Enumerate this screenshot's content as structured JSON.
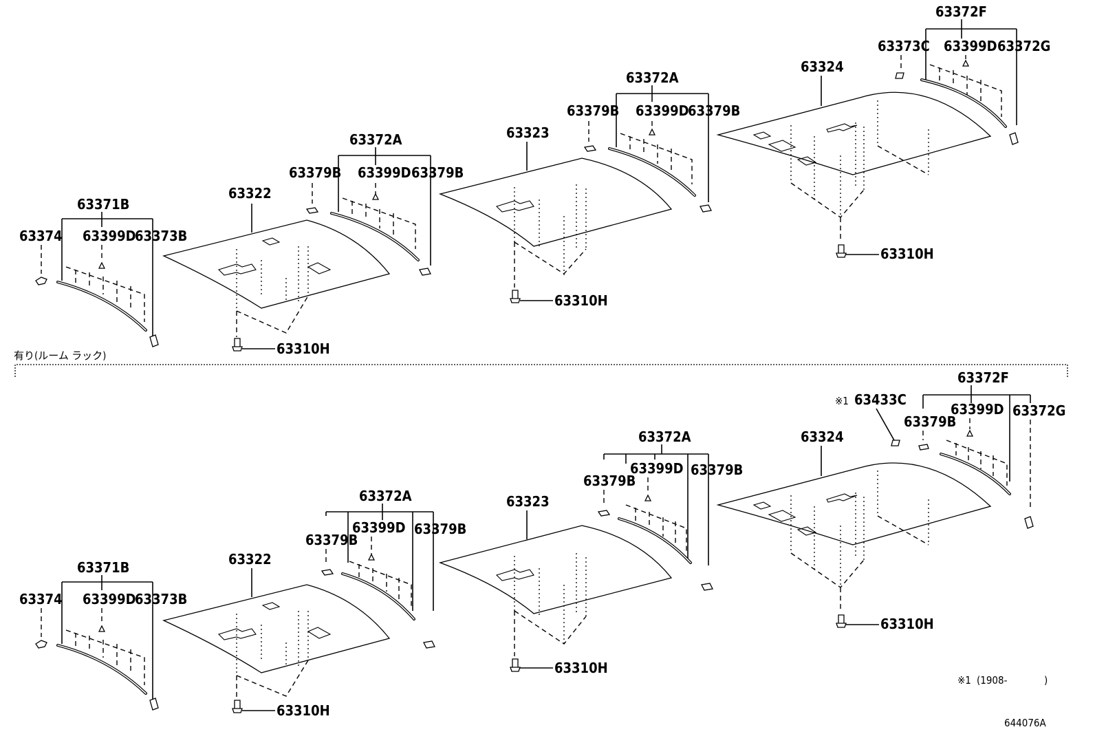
{
  "diagram": {
    "top": {
      "g1": {
        "bracket": "63371B",
        "left": "63374",
        "mid": "63399D",
        "right": "63373B",
        "panel": "63322",
        "clip": "63310H"
      },
      "g2": {
        "bracket": "63372A",
        "left": "63379B",
        "mid": "63399D",
        "right": "63379B"
      },
      "g3": {
        "panel": "63323",
        "clip": "63310H",
        "bracket": "63372A",
        "left": "63379B",
        "mid": "63399D",
        "right": "63379B"
      },
      "g4": {
        "panel": "63324",
        "clip": "63310H",
        "bracket": "63372F",
        "left": "63373C",
        "mid": "63399D",
        "right": "63372G"
      }
    },
    "section_label": "有り(ルーム ラック)",
    "bottom": {
      "g1": {
        "bracket": "63371B",
        "left": "63374",
        "mid": "63399D",
        "right": "63373B",
        "panel": "63322",
        "clip": "63310H"
      },
      "g2": {
        "bracket": "63372A",
        "left": "63379B",
        "mid": "63399D",
        "right": "63379B"
      },
      "g3": {
        "panel": "63323",
        "clip": "63310H",
        "bracket": "63372A",
        "left": "63379B",
        "mid": "63399D",
        "right": "63379B"
      },
      "g4": {
        "panel": "63324",
        "clip": "63310H",
        "bracket": "63372F",
        "left": "63379B",
        "mid": "63399D",
        "right": "63372G",
        "extra": "63433C",
        "extra_mark": "※1"
      }
    },
    "footnote": {
      "mark": "※1",
      "text": "(1908-",
      "close": ")"
    },
    "figure_id": "644076A"
  }
}
